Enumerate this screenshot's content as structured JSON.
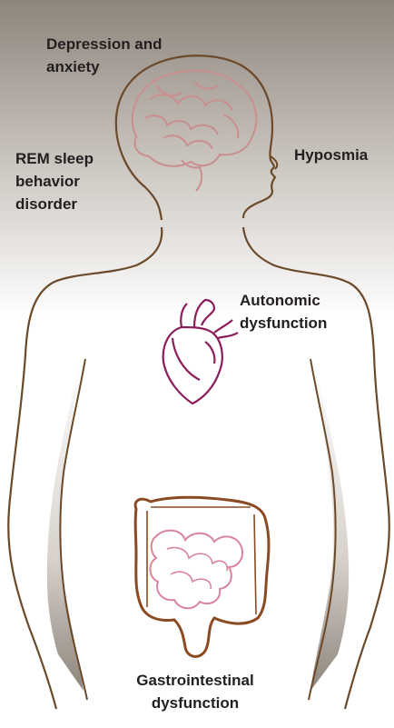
{
  "labels": {
    "depression": "Depression and\nanxiety",
    "rem": "REM sleep\nbehavior\ndisorder",
    "hyposmia": "Hyposmia",
    "autonomic": "Autonomic\ndysfunction",
    "gi": "Gastrointestinal\ndysfunction"
  },
  "colors": {
    "outline": "#6b4a2b",
    "brain": "#c98f8f",
    "heart": "#8a1c5a",
    "intestine_outer": "#8a4a22",
    "intestine_inner": "#d9849a",
    "shade_dark": "#8e857c",
    "shade_light": "#ffffff"
  }
}
